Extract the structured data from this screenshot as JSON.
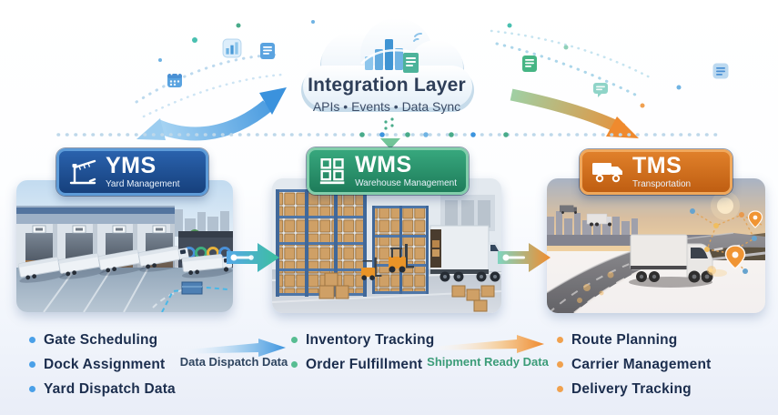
{
  "cloud": {
    "title": "Integration Layer",
    "subtitle": "APIs • Events • Data Sync",
    "icon": "bar-chart-with-document-icon"
  },
  "systems": {
    "yms": {
      "abbr": "YMS",
      "name": "Yard Management",
      "accent": "#1e4f91",
      "badge_border": "#5d9bd8",
      "bullet_color": "#4aa0e8",
      "icon": "gate-barrier-icon",
      "features": [
        "Gate Scheduling",
        "Dock Assignment",
        "Yard Dispatch Data"
      ]
    },
    "wms": {
      "abbr": "WMS",
      "name": "Warehouse Management",
      "accent": "#2f9e77",
      "badge_border": "#82ceab",
      "bullet_color": "#57bd92",
      "icon": "storage-rack-icon",
      "features": [
        "Inventory Tracking",
        "Order Fulfillment"
      ]
    },
    "tms": {
      "abbr": "TMS",
      "name": "Transportation",
      "accent": "#d9711f",
      "badge_border": "#f0a85c",
      "bullet_color": "#f0a14e",
      "icon": "truck-icon",
      "features": [
        "Route Planning",
        "Carrier Management",
        "Delivery Tracking"
      ]
    }
  },
  "flows": {
    "yms_to_wms": {
      "label": "Data Dispatch Data",
      "color": "#2f4560",
      "arrow_gradient": [
        "#ffffff",
        "#3d94de"
      ]
    },
    "wms_to_tms": {
      "label": "Shipment Ready Data",
      "color": "#3b9c78",
      "arrow_gradient": [
        "#ffffff",
        "#ef8a2e"
      ]
    }
  }
}
